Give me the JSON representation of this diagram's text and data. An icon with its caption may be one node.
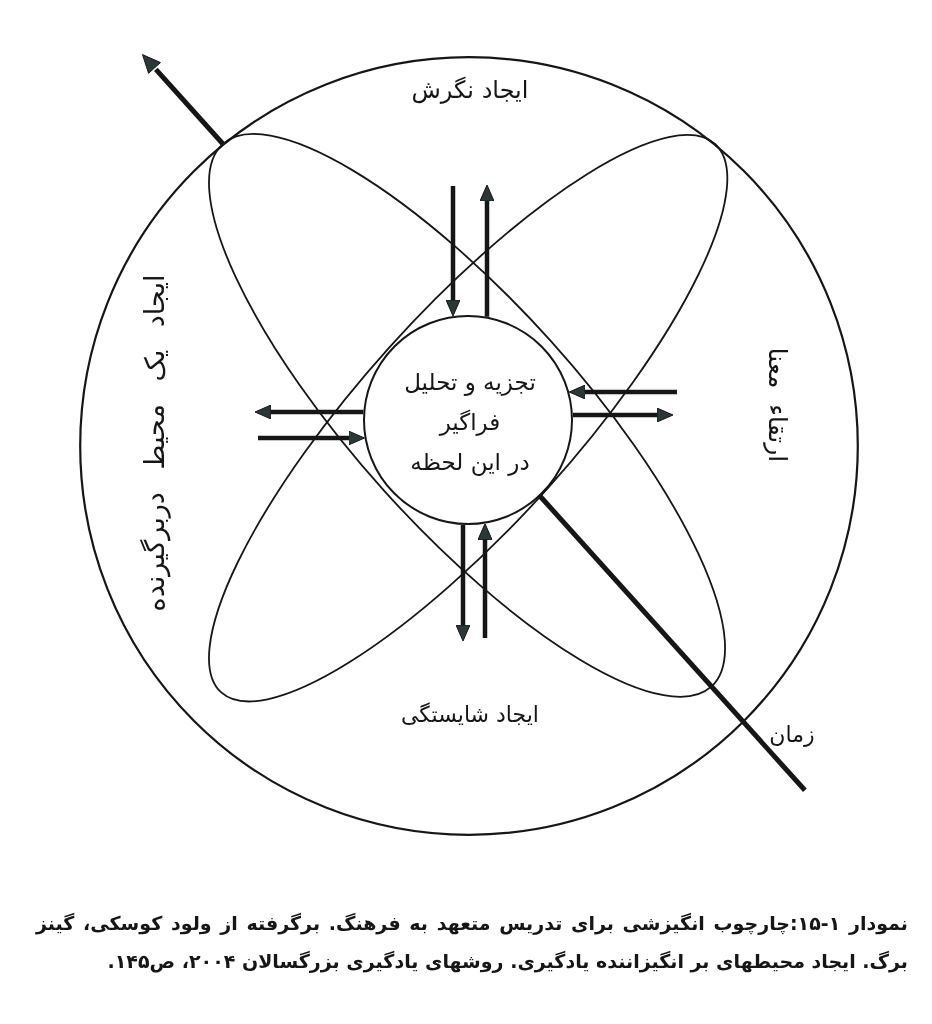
{
  "diagram": {
    "caption": "نمودار ۱-۱۵:چارچوب انگیزشی برای تدریس متعهد به فرهنگ. برگرفته از ولود کوسکی، گینز برگ. ایجاد محیطهای بر انگیزاننده یادگیری. روشهای یادگیری بزرگسالان ۲۰۰۴، ص۱۴۵.",
    "nodes": [
      {
        "text": [
          "ایجاد نگرش",
          "ارتقاء معنا",
          "ایجاد یک محیط دربرگیرنده",
          "ایجاد شایستگی"
        ]
      },
      {
        "text": [],
        "shape": "ellipse",
        "in": 0
      },
      {
        "text": [],
        "shape": "ellipse",
        "in": 0
      },
      {
        "text": [
          "تجزیه و تحلیل فراگیر در این لحظه"
        ],
        "in": 1
      }
    ],
    "edges": [
      {
        "from": null,
        "to": 3,
        "arrow": "to"
      },
      {
        "from": 3,
        "to": null,
        "arrow": "to"
      },
      {
        "from": null,
        "to": 3,
        "arrow": "to"
      },
      {
        "from": 3,
        "to": null,
        "arrow": "to"
      },
      {
        "from": 3,
        "to": null,
        "arrow": "to"
      },
      {
        "from": null,
        "to": 3,
        "arrow": "to"
      },
      {
        "from": 3,
        "to": null,
        "arrow": "to"
      },
      {
        "from": null,
        "to": 3,
        "arrow": "to"
      }
    ],
    "labels": [
      "زمان"
    ]
  }
}
